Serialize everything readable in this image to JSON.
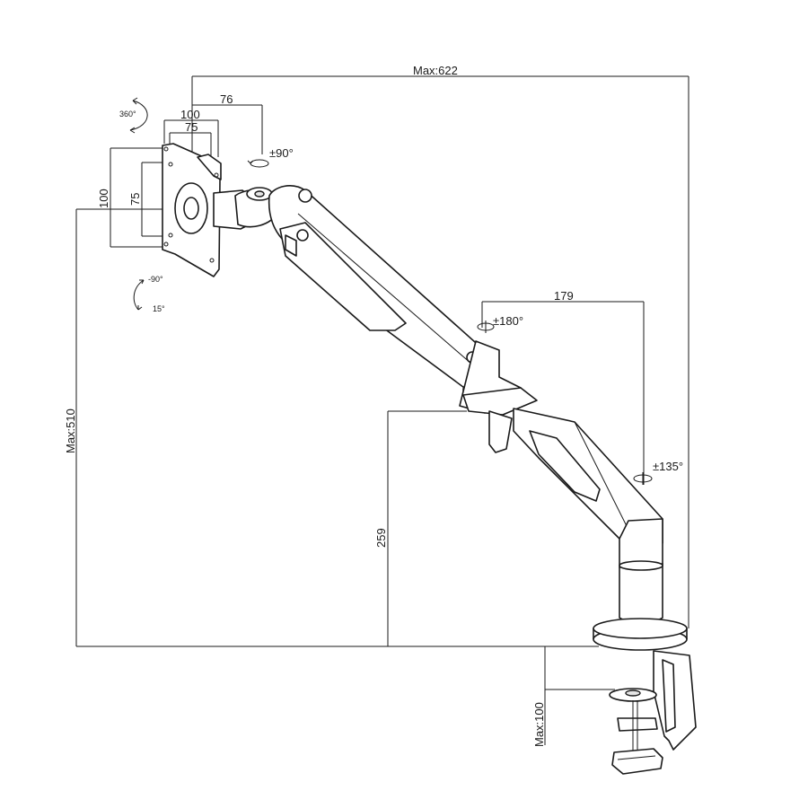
{
  "dimensions": {
    "max_reach": "Max:622",
    "vesa_offset": "76",
    "vesa_100_h": "100",
    "vesa_75_h": "75",
    "vesa_100_v": "100",
    "vesa_75_v": "75",
    "swivel_head": "±90°",
    "rotation": "360°",
    "tilt_down": "-90°",
    "tilt_up": "15°",
    "elbow_offset": "179",
    "elbow_swivel": "±180°",
    "base_swivel": "±135°",
    "max_height": "Max:510",
    "pole_height": "259",
    "clamp_max": "Max:100"
  }
}
